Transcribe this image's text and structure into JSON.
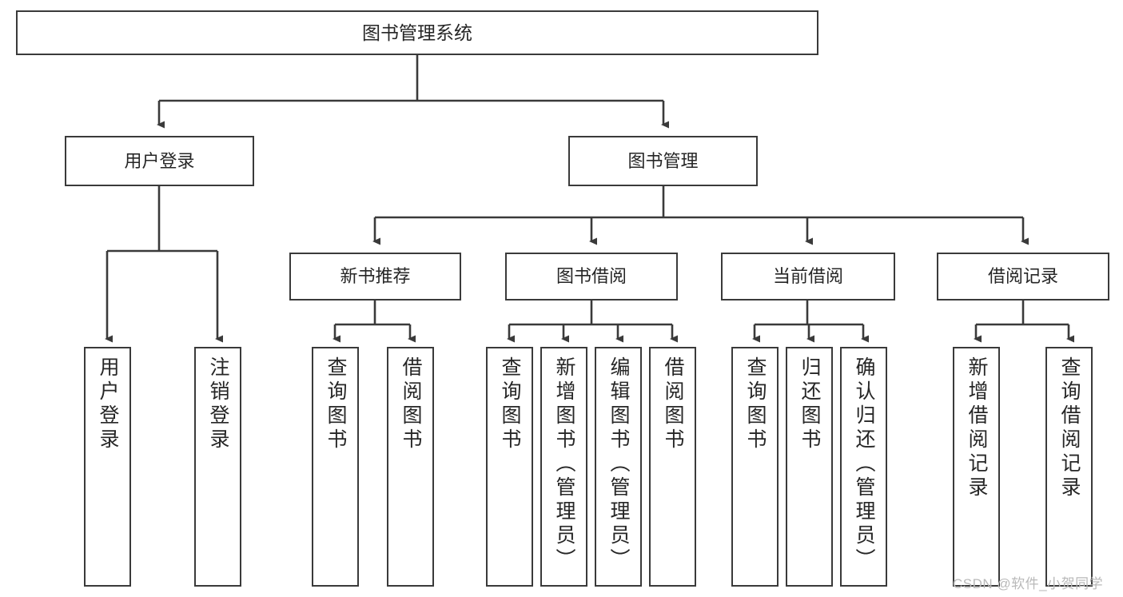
{
  "diagram": {
    "title": "图书管理系统",
    "type": "hierarchy-tree",
    "root": {
      "id": "root",
      "label": "图书管理系统"
    },
    "level1": [
      {
        "id": "user-login",
        "label": "用户登录"
      },
      {
        "id": "book-manage",
        "label": "图书管理"
      }
    ],
    "level2": [
      {
        "id": "new-book-rec",
        "label": "新书推荐",
        "parent": "book-manage"
      },
      {
        "id": "book-borrow",
        "label": "图书借阅",
        "parent": "book-manage"
      },
      {
        "id": "current-borrow",
        "label": "当前借阅",
        "parent": "book-manage"
      },
      {
        "id": "borrow-record",
        "label": "借阅记录",
        "parent": "book-manage"
      }
    ],
    "leaves": [
      {
        "id": "leaf-user-login",
        "label": "用户登录",
        "parent": "user-login"
      },
      {
        "id": "leaf-logout",
        "label": "注销登录",
        "parent": "user-login"
      },
      {
        "id": "leaf-query-book-1",
        "label": "查询图书",
        "parent": "new-book-rec"
      },
      {
        "id": "leaf-borrow-book-1",
        "label": "借阅图书",
        "parent": "new-book-rec"
      },
      {
        "id": "leaf-query-book-2",
        "label": "查询图书",
        "parent": "book-borrow"
      },
      {
        "id": "leaf-add-book",
        "label": "新增图书（管理员）",
        "parent": "book-borrow"
      },
      {
        "id": "leaf-edit-book",
        "label": "编辑图书（管理员）",
        "parent": "book-borrow"
      },
      {
        "id": "leaf-borrow-book-2",
        "label": "借阅图书",
        "parent": "book-borrow"
      },
      {
        "id": "leaf-query-book-3",
        "label": "查询图书",
        "parent": "current-borrow"
      },
      {
        "id": "leaf-return-book",
        "label": "归还图书",
        "parent": "current-borrow"
      },
      {
        "id": "leaf-confirm-return",
        "label": "确认归还（管理员）",
        "parent": "current-borrow"
      },
      {
        "id": "leaf-add-record",
        "label": "新增借阅记录",
        "parent": "borrow-record"
      },
      {
        "id": "leaf-query-record",
        "label": "查询借阅记录",
        "parent": "borrow-record"
      }
    ],
    "watermark": "CSDN @软件_小贺同学",
    "colors": {
      "stroke": "#3a3a3a",
      "fill": "#ffffff",
      "text": "#262626",
      "watermark": "#b9b9b9"
    }
  }
}
